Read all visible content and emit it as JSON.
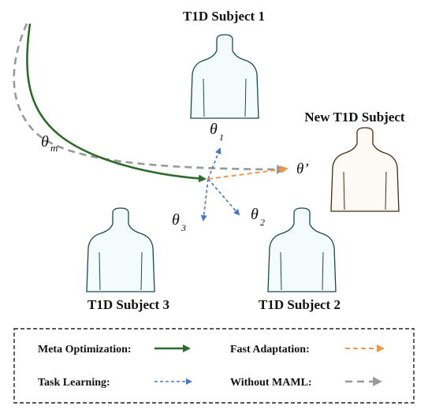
{
  "subjects": {
    "s1": "T1D Subject 1",
    "s2": "T1D Subject 2",
    "s3": "T1D Subject 3",
    "new": "New T1D Subject"
  },
  "params": {
    "theta": "θ",
    "m": "m",
    "one": "1",
    "two": "2",
    "three": "3",
    "prime": "θ’"
  },
  "legend": {
    "meta": "Meta Optimization:",
    "fast": "Fast Adaptation:",
    "task": "Task Learning:",
    "without": "Without MAML:"
  },
  "colors": {
    "meta": "#2e6b2a",
    "without": "#999999",
    "task": "#4a78c0",
    "fast": "#e89a50",
    "body_outline": "#1a4a4a",
    "body_fill": "#f3fbfb",
    "new_outline": "#4a2a10",
    "new_fill": "#fdf9f4"
  },
  "icons": {
    "subject": "person-torso-icon"
  }
}
